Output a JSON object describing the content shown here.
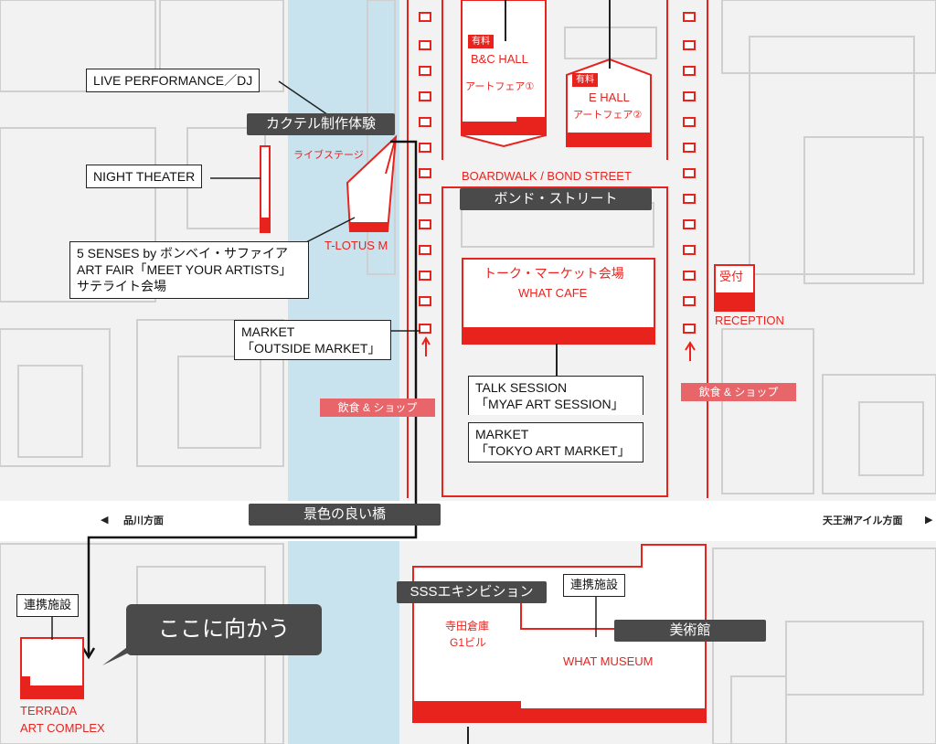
{
  "colors": {
    "river": "#c8e3ee",
    "accent_red": "#e8231e",
    "label_dark": "#4a4a4a",
    "label_pink": "#e8656a",
    "building_outline": "#cfcfcf"
  },
  "halls": {
    "bc_hall": {
      "tag": "有料",
      "name": "B&C HALL",
      "sub": "アートフェア①"
    },
    "e_hall": {
      "tag": "有料",
      "name": "E HALL",
      "sub": "アートフェア②"
    }
  },
  "streets": {
    "boardwalk": "BOARDWALK / BOND STREET",
    "bond_street": "ボンド・ストリート",
    "bridge": "景色の良い橋"
  },
  "callouts": {
    "live": "LIVE PERFORMANCE／DJ",
    "cocktail": "カクテル制作体験",
    "live_stage": "ライブステージ",
    "night_theater": "NIGHT THEATER",
    "tlotus": "T-LOTUS M",
    "senses_lines": [
      "5 SENSES by ボンベイ・サファイア",
      "ART FAIR「MEET YOUR ARTISTS」",
      "サテライト会場"
    ],
    "market_lines": [
      "MARKET",
      "「OUTSIDE MARKET」"
    ],
    "talk_session_lines": [
      "TALK SESSION",
      "「MYAF ART SESSION」"
    ],
    "tokyo_market_lines": [
      "MARKET",
      "「TOKYO ART MARKET」"
    ]
  },
  "cafe": {
    "title": "トーク・マーケット会場",
    "name": "WHAT CAFE"
  },
  "reception": {
    "tag": "受付",
    "name": "RECEPTION"
  },
  "food": {
    "left": "飲食 & ショップ",
    "right": "飲食 & ショップ"
  },
  "directions": {
    "left_arrow": "◀",
    "left": "品川方面",
    "right": "天王洲アイル方面",
    "right_arrow": "▶"
  },
  "south": {
    "renkei_left": "連携施設",
    "destination": "ここに向かう",
    "terrada_lines": [
      "TERRADA",
      "ART COMPLEX"
    ],
    "sss": "SSSエキシビション",
    "renkei_right": "連携施設",
    "g1_lines": [
      "寺田倉庫",
      "G1ビル"
    ],
    "bijutsukan": "美術館",
    "what_museum": "WHAT MUSEUM"
  }
}
